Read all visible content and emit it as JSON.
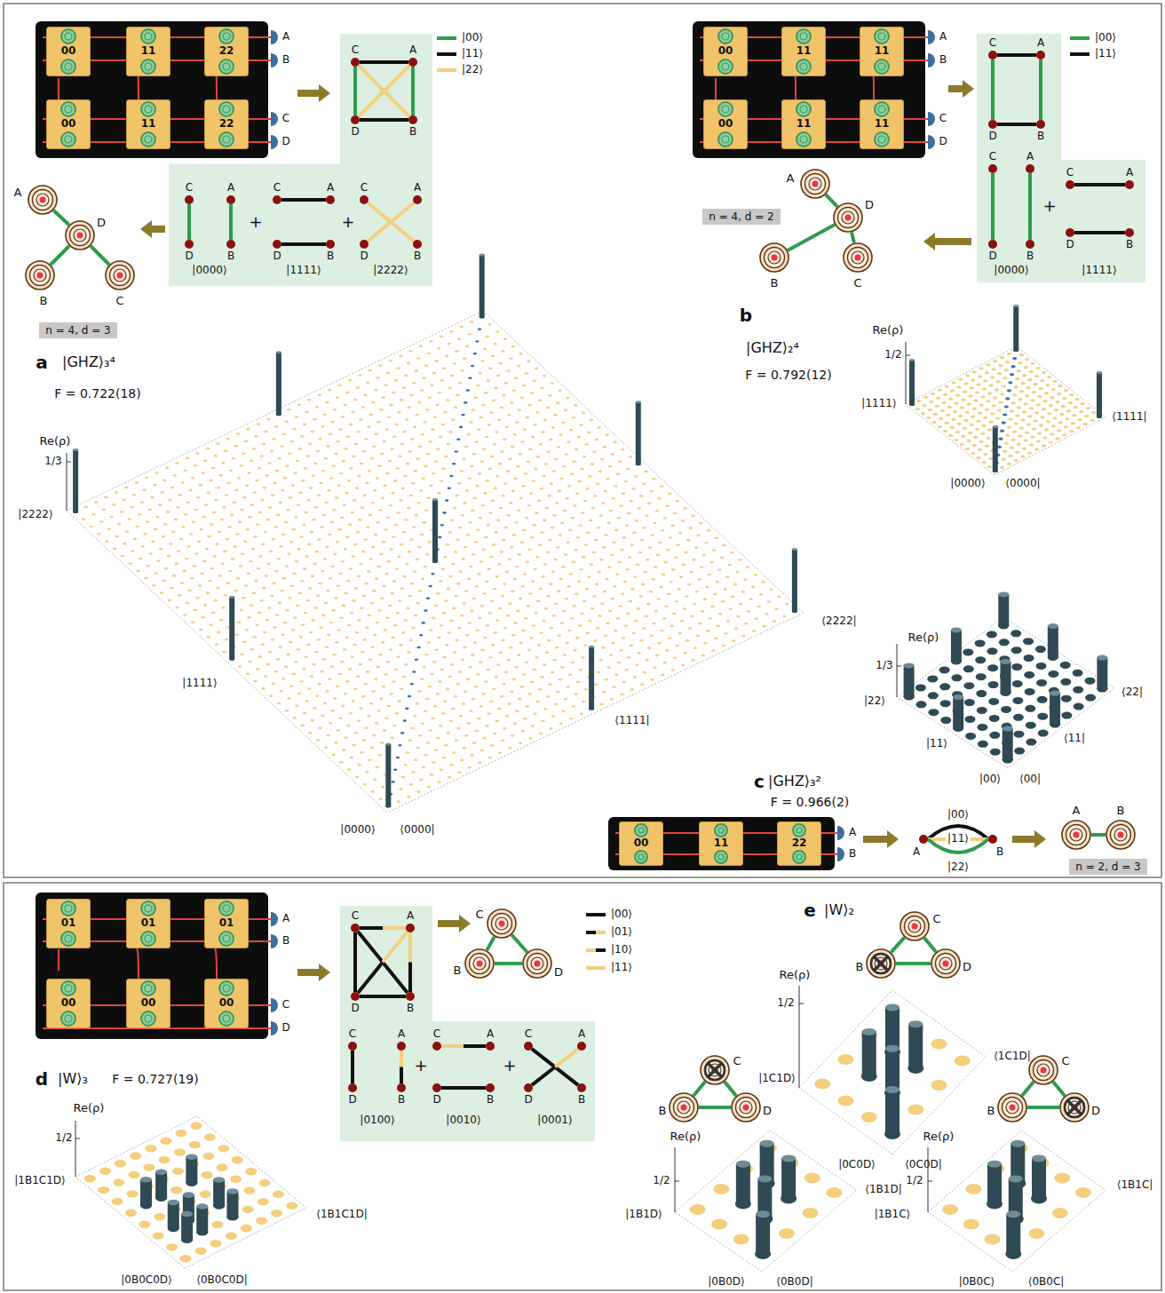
{
  "diagram": {
    "nodes": [
      {
        "text": [
          "00"
        ]
      },
      {
        "text": [
          "11"
        ]
      },
      {
        "text": [
          "22"
        ]
      },
      {
        "text": [
          "00"
        ]
      },
      {
        "text": [
          "11"
        ]
      },
      {
        "text": [
          "22"
        ]
      },
      {
        "text": [
          "C"
        ]
      },
      {
        "text": [
          "A"
        ]
      },
      {
        "text": [
          "D"
        ]
      },
      {
        "text": [
          "B"
        ]
      },
      {
        "text": [
          "C"
        ]
      },
      {
        "text": [
          "A"
        ]
      },
      {
        "text": [
          "D"
        ]
      },
      {
        "text": [
          "B"
        ]
      },
      {
        "text": [
          "C"
        ]
      },
      {
        "text": [
          "A"
        ]
      },
      {
        "text": [
          "D"
        ]
      },
      {
        "text": [
          "B"
        ]
      },
      {
        "text": [
          "C"
        ]
      },
      {
        "text": [
          "A"
        ]
      },
      {
        "text": [
          "D"
        ]
      },
      {
        "text": [
          "B"
        ]
      },
      {
        "text": [
          "A"
        ]
      },
      {
        "text": [
          "D"
        ]
      },
      {
        "text": [
          "B"
        ]
      },
      {
        "text": [
          "C"
        ]
      },
      {
        "text": [
          "n = 4, d = 3"
        ]
      },
      {
        "text": [
          "00"
        ]
      },
      {
        "text": [
          "11"
        ]
      },
      {
        "text": [
          "11"
        ]
      },
      {
        "text": [
          "00"
        ]
      },
      {
        "text": [
          "11"
        ]
      },
      {
        "text": [
          "11"
        ]
      },
      {
        "text": [
          "C"
        ]
      },
      {
        "text": [
          "A"
        ]
      },
      {
        "text": [
          "D"
        ]
      },
      {
        "text": [
          "B"
        ]
      },
      {
        "text": [
          "C"
        ]
      },
      {
        "text": [
          "A"
        ]
      },
      {
        "text": [
          "D"
        ]
      },
      {
        "text": [
          "B"
        ]
      },
      {
        "text": [
          "C"
        ]
      },
      {
        "text": [
          "A"
        ]
      },
      {
        "text": [
          "D"
        ]
      },
      {
        "text": [
          "B"
        ]
      },
      {
        "text": [
          "A"
        ]
      },
      {
        "text": [
          "D"
        ]
      },
      {
        "text": [
          "B"
        ]
      },
      {
        "text": [
          "C"
        ]
      },
      {
        "text": [
          "n = 4, d = 2"
        ]
      },
      {
        "text": [
          "00"
        ]
      },
      {
        "text": [
          "11"
        ]
      },
      {
        "text": [
          "22"
        ]
      },
      {
        "text": [
          "A"
        ]
      },
      {
        "text": [
          "B"
        ]
      },
      {
        "text": [
          "A"
        ]
      },
      {
        "text": [
          "B"
        ]
      },
      {
        "text": [
          "n = 2, d = 3"
        ]
      },
      {
        "text": [
          "01"
        ]
      },
      {
        "text": [
          "01"
        ]
      },
      {
        "text": [
          "01"
        ]
      },
      {
        "text": [
          "00"
        ]
      },
      {
        "text": [
          "00"
        ]
      },
      {
        "text": [
          "00"
        ]
      },
      {
        "text": [
          "C"
        ]
      },
      {
        "text": [
          "A"
        ]
      },
      {
        "text": [
          "D"
        ]
      },
      {
        "text": [
          "B"
        ]
      },
      {
        "text": [
          "C"
        ]
      },
      {
        "text": [
          "B"
        ]
      },
      {
        "text": [
          "D"
        ]
      },
      {
        "text": [
          "C"
        ]
      },
      {
        "text": [
          "A"
        ]
      },
      {
        "text": [
          "D"
        ]
      },
      {
        "text": [
          "B"
        ]
      },
      {
        "text": [
          "C"
        ]
      },
      {
        "text": [
          "A"
        ]
      },
      {
        "text": [
          "D"
        ]
      },
      {
        "text": [
          "B"
        ]
      },
      {
        "text": [
          "C"
        ]
      },
      {
        "text": [
          "A"
        ]
      },
      {
        "text": [
          "D"
        ]
      },
      {
        "text": [
          "B"
        ]
      },
      {
        "text": [
          "C"
        ]
      },
      {
        "text": [
          "B"
        ]
      },
      {
        "text": [
          "D"
        ]
      },
      {
        "text": [
          "C"
        ]
      },
      {
        "text": [
          "B"
        ]
      },
      {
        "text": [
          "D"
        ]
      },
      {
        "text": [
          "C"
        ]
      },
      {
        "text": [
          "B"
        ]
      },
      {
        "text": [
          "D"
        ]
      }
    ],
    "edges": [
      {
        "from": 6,
        "to": 7,
        "arrow": "none"
      },
      {
        "from": 8,
        "to": 9,
        "arrow": "none"
      },
      {
        "from": 6,
        "to": 8,
        "arrow": "none"
      },
      {
        "from": 7,
        "to": 9,
        "arrow": "none"
      },
      {
        "from": 6,
        "to": 9,
        "arrow": "none"
      },
      {
        "from": 7,
        "to": 8,
        "arrow": "none"
      },
      {
        "from": 10,
        "to": 12,
        "arrow": "none"
      },
      {
        "from": 11,
        "to": 13,
        "arrow": "none"
      },
      {
        "from": 14,
        "to": 15,
        "arrow": "none"
      },
      {
        "from": 16,
        "to": 17,
        "arrow": "none"
      },
      {
        "from": 18,
        "to": 21,
        "arrow": "none"
      },
      {
        "from": 19,
        "to": 20,
        "arrow": "none"
      },
      {
        "from": 23,
        "to": 22,
        "arrow": "none"
      },
      {
        "from": 23,
        "to": 24,
        "arrow": "none"
      },
      {
        "from": 23,
        "to": 25,
        "arrow": "none"
      },
      {
        "from": 33,
        "to": 34,
        "arrow": "none"
      },
      {
        "from": 35,
        "to": 36,
        "arrow": "none"
      },
      {
        "from": 33,
        "to": 35,
        "arrow": "none"
      },
      {
        "from": 34,
        "to": 36,
        "arrow": "none"
      },
      {
        "from": 37,
        "to": 39,
        "arrow": "none"
      },
      {
        "from": 38,
        "to": 40,
        "arrow": "none"
      },
      {
        "from": 41,
        "to": 42,
        "arrow": "none"
      },
      {
        "from": 43,
        "to": 44,
        "arrow": "none"
      },
      {
        "from": 46,
        "to": 45,
        "arrow": "none"
      },
      {
        "from": 46,
        "to": 47,
        "arrow": "none"
      },
      {
        "from": 46,
        "to": 48,
        "arrow": "none"
      },
      {
        "from": 53,
        "to": 54,
        "label": "|00⟩",
        "arrow": "none"
      },
      {
        "from": 53,
        "to": 54,
        "label": "|11⟩",
        "arrow": "none"
      },
      {
        "from": 53,
        "to": 54,
        "label": "|22⟩",
        "arrow": "none"
      },
      {
        "from": 55,
        "to": 56,
        "arrow": "none"
      },
      {
        "from": 64,
        "to": 65,
        "arrow": "none"
      },
      {
        "from": 64,
        "to": 66,
        "arrow": "none"
      },
      {
        "from": 65,
        "to": 67,
        "arrow": "none"
      },
      {
        "from": 66,
        "to": 67,
        "arrow": "none"
      },
      {
        "from": 64,
        "to": 67,
        "arrow": "none"
      },
      {
        "from": 65,
        "to": 66,
        "arrow": "none"
      },
      {
        "from": 68,
        "to": 69,
        "arrow": "none"
      },
      {
        "from": 69,
        "to": 70,
        "arrow": "none"
      },
      {
        "from": 70,
        "to": 68,
        "arrow": "none"
      },
      {
        "from": 71,
        "to": 73,
        "arrow": "none"
      },
      {
        "from": 72,
        "to": 74,
        "arrow": "none"
      },
      {
        "from": 75,
        "to": 76,
        "arrow": "none"
      },
      {
        "from": 77,
        "to": 78,
        "arrow": "none"
      },
      {
        "from": 79,
        "to": 82,
        "arrow": "none"
      },
      {
        "from": 80,
        "to": 81,
        "arrow": "none"
      },
      {
        "from": 83,
        "to": 84,
        "arrow": "none"
      },
      {
        "from": 84,
        "to": 85,
        "arrow": "none"
      },
      {
        "from": 85,
        "to": 83,
        "arrow": "none"
      },
      {
        "from": 86,
        "to": 87,
        "arrow": "none"
      },
      {
        "from": 87,
        "to": 88,
        "arrow": "none"
      },
      {
        "from": 88,
        "to": 86,
        "arrow": "none"
      },
      {
        "from": 89,
        "to": 90,
        "arrow": "none"
      },
      {
        "from": 90,
        "to": 91,
        "arrow": "none"
      },
      {
        "from": 91,
        "to": 89,
        "arrow": "none"
      }
    ],
    "labels": [
      "A",
      "B",
      "C",
      "D",
      "|0000⟩",
      "+",
      "|1111⟩",
      "+",
      "|2222⟩",
      "a",
      "|GHZ⟩₃⁴",
      "F = 0.722(18)",
      "Re(ρ)",
      "1/3",
      "|2222⟩",
      "|1111⟩",
      "|0000⟩",
      "⟨0000|",
      "⟨1111|",
      "⟨2222|",
      "A",
      "B",
      "C",
      "D",
      "|0000⟩",
      "+",
      "|1111⟩",
      "b",
      "|GHZ⟩₂⁴",
      "F = 0.792(12)",
      "Re(ρ)",
      "1/2",
      "|1111⟩",
      "|0000⟩",
      "⟨0000|",
      "⟨1111|",
      "c",
      "|GHZ⟩₃²",
      "F = 0.966(2)",
      "Re(ρ)",
      "1/3",
      "|22⟩",
      "|11⟩",
      "|00⟩",
      "⟨00|",
      "⟨11|",
      "⟨22|",
      "A",
      "B",
      "A",
      "B",
      "C",
      "D",
      "|0100⟩",
      "+",
      "|0010⟩",
      "+",
      "|0001⟩",
      "d",
      "|W⟩₃",
      "F = 0.727(19)",
      "Re(ρ)",
      "1/2",
      "|1B1C1D⟩",
      "|0B0C0D⟩",
      "⟨0B0C0D|",
      "⟨1B1C1D|",
      "e",
      "|W⟩₂",
      "Re(ρ)",
      "1/2",
      "|1C1D⟩",
      "|0C0D⟩",
      "⟨0C0D|",
      "⟨1C1D|",
      "Re(ρ)",
      "1/2",
      "|1B1D⟩",
      "|0B0D⟩",
      "⟨0B0D|",
      "⟨1B1D|",
      "Re(ρ)",
      "1/2",
      "|1B1C⟩",
      "|0B0C⟩",
      "⟨0B0C|",
      "⟨1B1C|"
    ],
    "legend": [
      {
        "text": "|00⟩",
        "color": "#2e9b4f"
      },
      {
        "text": "|11⟩",
        "color": "#111111"
      },
      {
        "text": "|22⟩",
        "color": "#f3cf7e"
      },
      {
        "text": "|00⟩",
        "color": "#2e9b4f"
      },
      {
        "text": "|11⟩",
        "color": "#111111"
      },
      {
        "text": "|00⟩",
        "color": "#111111"
      },
      {
        "text": "|01⟩"
      },
      {
        "text": "|10⟩"
      },
      {
        "text": "|11⟩",
        "color": "#f3cf7e"
      }
    ]
  }
}
